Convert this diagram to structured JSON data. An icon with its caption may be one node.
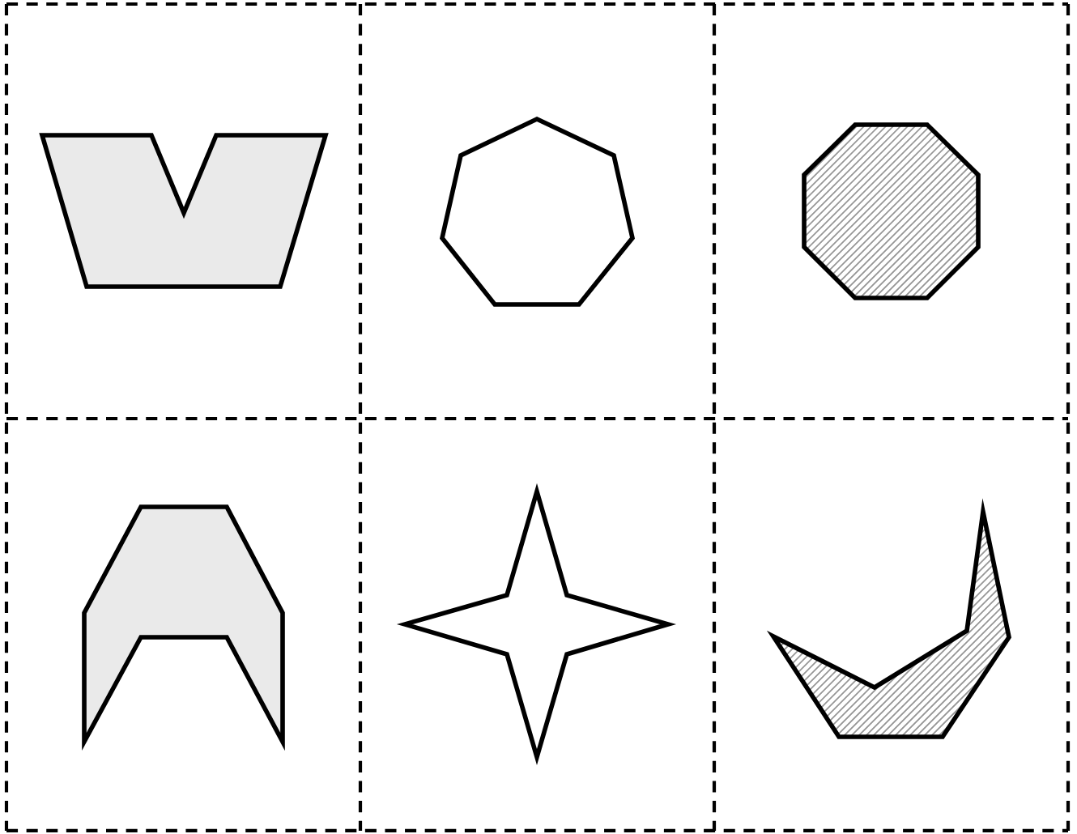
{
  "diagram": {
    "nodes": [
      {
        "text": [],
        "shape": "trapezoid"
      },
      {
        "text": [],
        "shape": "heptagon"
      },
      {
        "text": [],
        "shape": "octagon"
      },
      {
        "text": [],
        "shape": "arch"
      },
      {
        "text": [],
        "shape": "star"
      },
      {
        "text": [],
        "shape": "hook"
      }
    ]
  }
}
